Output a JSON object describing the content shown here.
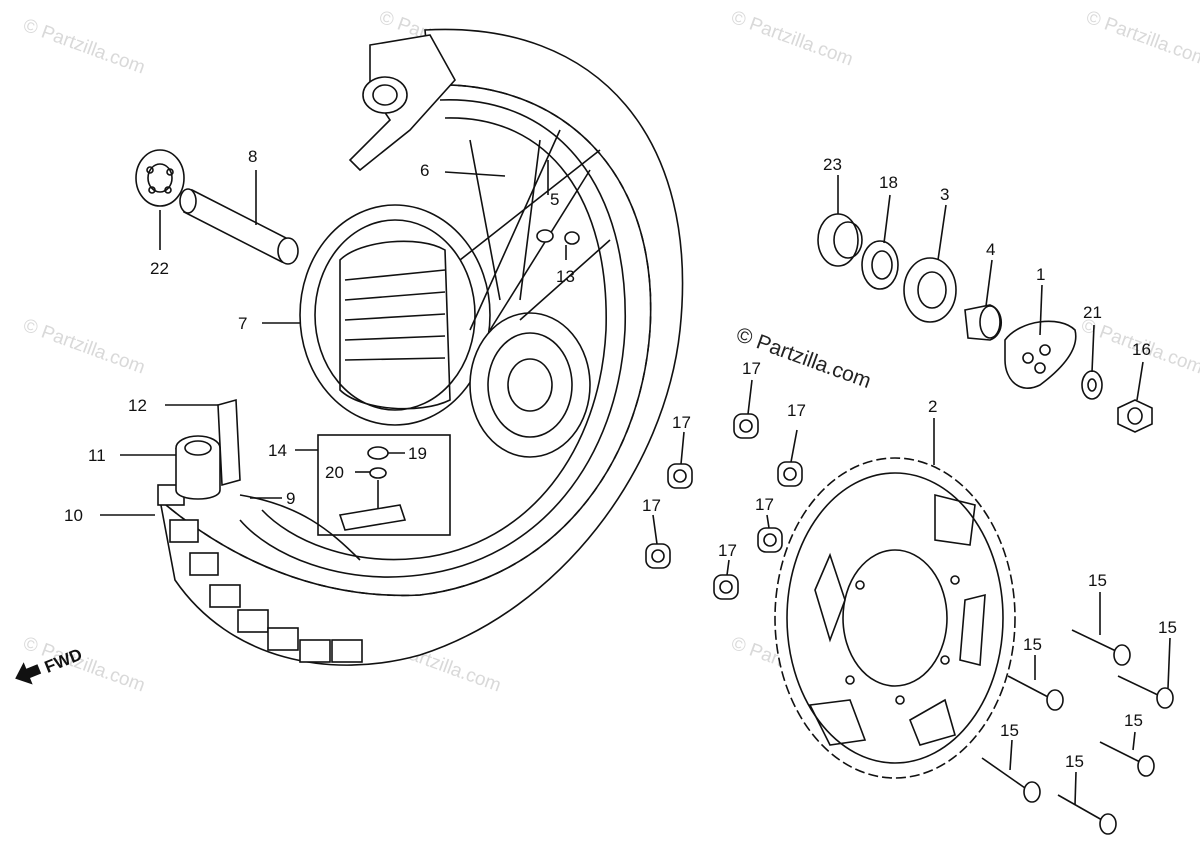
{
  "watermarks": {
    "main": "© Partzilla.com",
    "faint": "© Partzilla.com"
  },
  "fwd_label": "FWD",
  "callouts": {
    "c1": "1",
    "c2": "2",
    "c3": "3",
    "c4": "4",
    "c5": "5",
    "c6": "6",
    "c7": "7",
    "c8": "8",
    "c9": "9",
    "c10": "10",
    "c11": "11",
    "c12": "12",
    "c13": "13",
    "c14": "14",
    "c16": "16",
    "c18": "18",
    "c19": "19",
    "c20": "20",
    "c21": "21",
    "c22": "22",
    "c23": "23",
    "c15": "15",
    "c17": "17"
  },
  "icons": {
    "fwd_arrow": "arrow-left-down",
    "parts": [
      "wheel",
      "sprocket",
      "hub",
      "bearing",
      "axle",
      "bolt",
      "nut",
      "collar",
      "oil-seal",
      "tire",
      "rim-band",
      "valve"
    ]
  }
}
